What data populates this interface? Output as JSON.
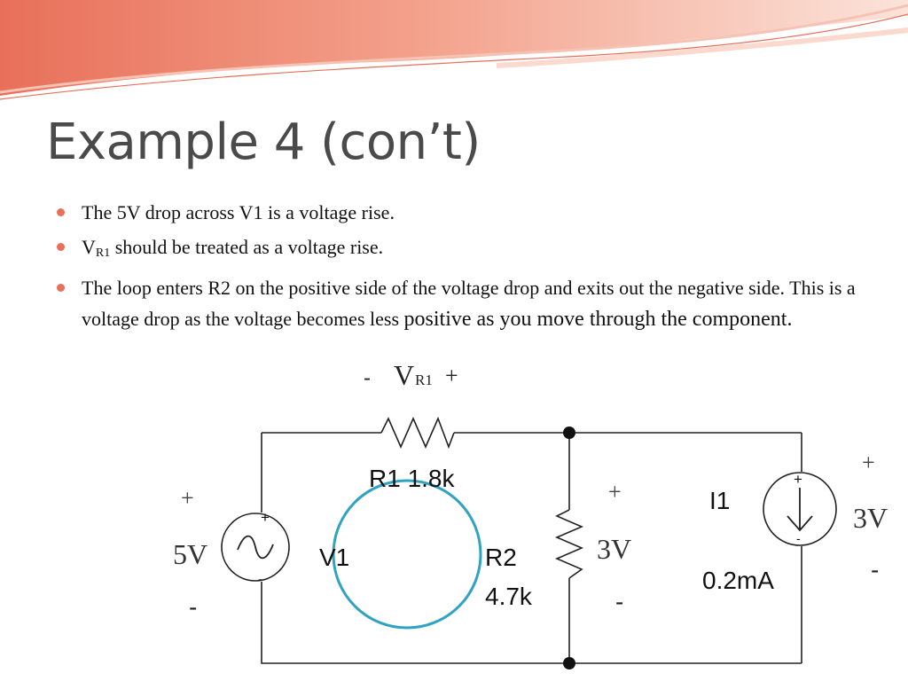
{
  "slide": {
    "title": "Example 4 (con’t)",
    "bullets": {
      "b1": "The 5V drop across V1 is a voltage rise.",
      "b2_main": "V",
      "b2_sub": "R1",
      "b2_rest": " should be treated as a voltage rise.",
      "b3_line1": "The loop enters R2 on the positive side of the voltage drop and exits out the negative side.  This is a voltage drop as the voltage becomes less ",
      "b3_word": "positive",
      "b3_line2": " as you move through the component."
    }
  },
  "circuit": {
    "vr1_minus": "-",
    "vr1_label": "V",
    "vr1_sub": "R1",
    "vr1_plus": "+",
    "r1_label": "R1 1.8k",
    "v1_plus": "+",
    "v1_value": "5V",
    "v1_minus": "-",
    "v1_src_plus": "+",
    "v1_src_minus": "-",
    "v1_label": "V1",
    "r2_label": "R2",
    "r2_value": "4.7k",
    "r2_plus": "+",
    "r2_drop": "3V",
    "r2_minus": "-",
    "i1_label": "I1",
    "i1_value": "0.2mA",
    "i1_src_plus": "+",
    "i1_src_minus": "-",
    "i1_plus": "+",
    "i1_drop": "3V",
    "i1_minus": "-"
  },
  "colors": {
    "accent": "#e8705a",
    "loop": "#2fa3c0",
    "title": "#4a4a4a"
  }
}
